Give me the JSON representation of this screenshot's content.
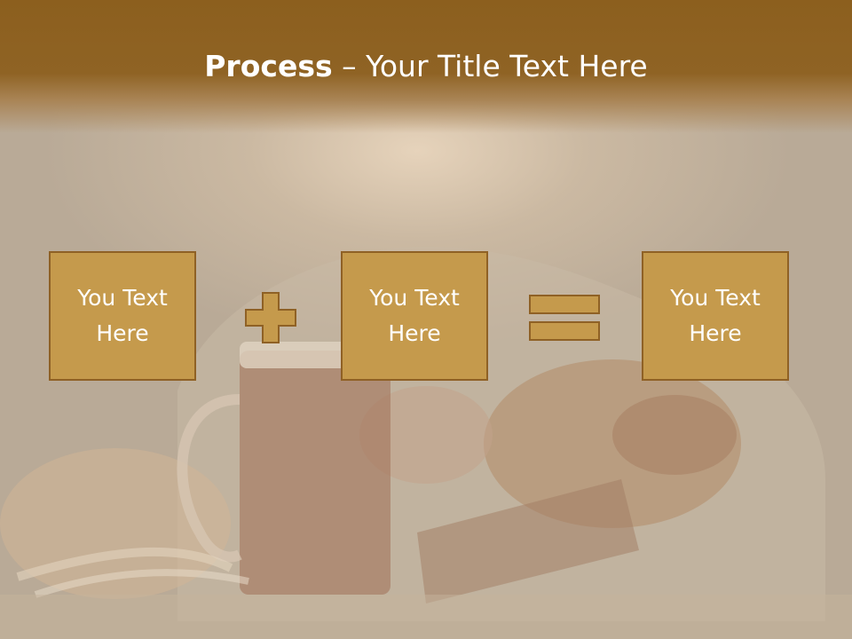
{
  "slide": {
    "title_bold": "Process",
    "title_separator": " – ",
    "title_rest": "Your Title Text Here",
    "boxes": [
      {
        "label": "You Text\nHere"
      },
      {
        "label": "You Text\nHere"
      },
      {
        "label": "You Text\nHere"
      }
    ],
    "operators": [
      "plus-icon",
      "equals-icon"
    ]
  },
  "colors": {
    "header": "#8c5f1e",
    "box_fill": "#c59a4c",
    "box_border": "#8f6125",
    "text": "#ffffff"
  }
}
